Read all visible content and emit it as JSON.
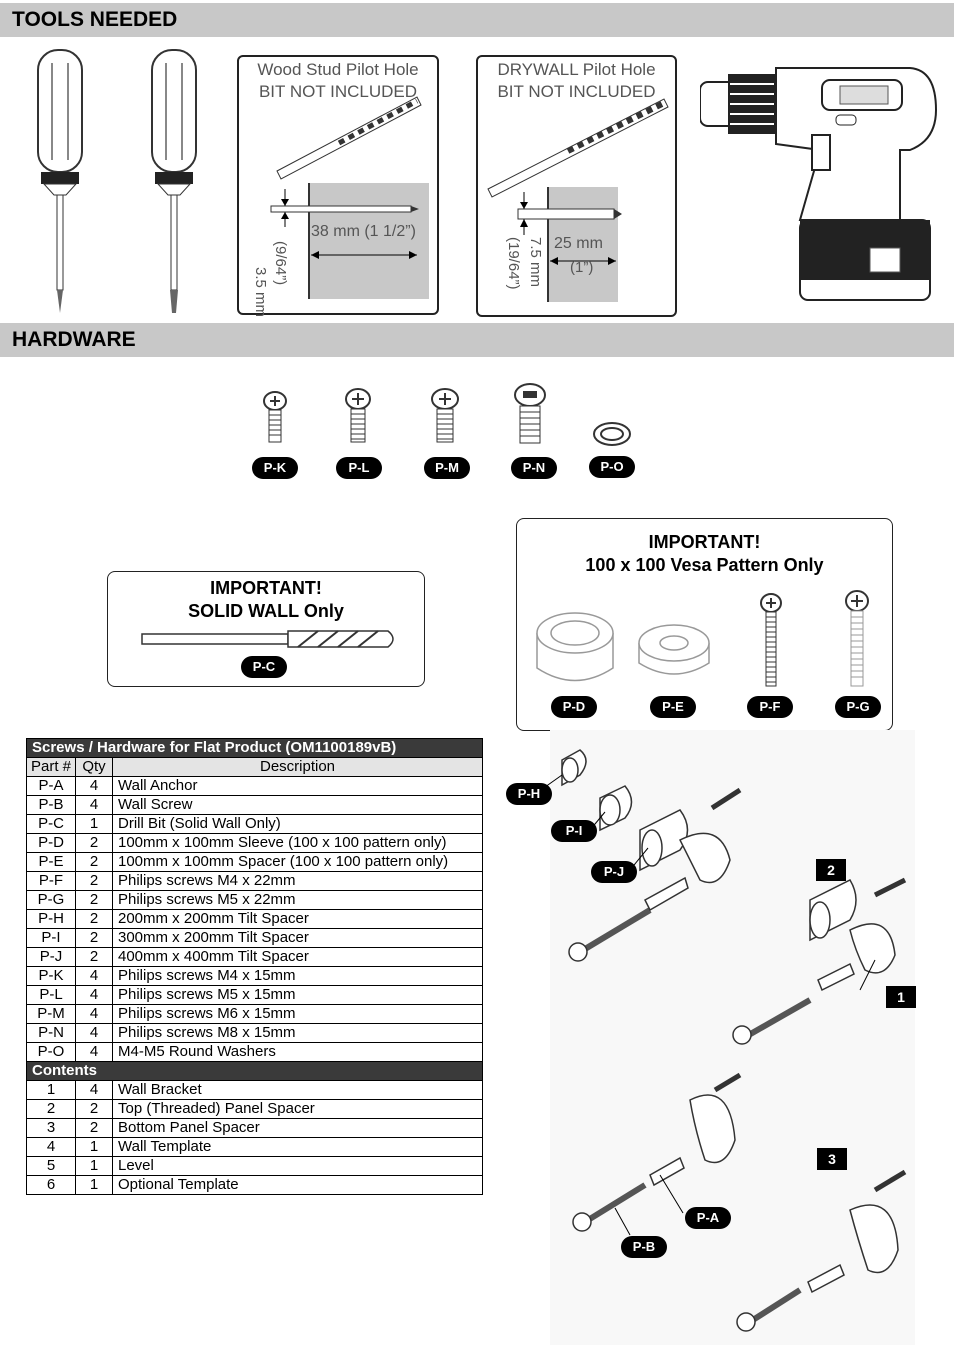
{
  "sections": {
    "tools_title": "TOOLS NEEDED",
    "hardware_title": "HARDWARE"
  },
  "tools": {
    "wood_bit": {
      "line1": "Wood Stud Pilot Hole",
      "line2": "BIT NOT INCLUDED",
      "diameter": "3.5 mm",
      "diameter_in": "(9/64”)",
      "depth": "38 mm (1 1/2”)"
    },
    "drywall_bit": {
      "line1": "DRYWALL Pilot Hole",
      "line2": "BIT NOT INCLUDED",
      "diameter": "7.5 mm",
      "diameter_in": "(19/64”)",
      "depth": "25 mm",
      "depth_in": "(1”)"
    }
  },
  "hardware_screws": [
    "P-K",
    "P-L",
    "P-M",
    "P-N",
    "P-O"
  ],
  "solid_wall": {
    "line1": "IMPORTANT!",
    "line2": "SOLID WALL Only",
    "part": "P-C"
  },
  "vesa": {
    "line1": "IMPORTANT!",
    "line2": "100 x 100 Vesa Pattern Only",
    "parts": [
      "P-D",
      "P-E",
      "P-F",
      "P-G"
    ]
  },
  "table": {
    "title": "Screws / Hardware for Flat Product (OM1100189vB)",
    "columns": [
      "Part #",
      "Qty",
      "Description"
    ],
    "rows": [
      [
        "P-A",
        "4",
        "Wall Anchor"
      ],
      [
        "P-B",
        "4",
        "Wall Screw"
      ],
      [
        "P-C",
        "1",
        "Drill Bit (Solid Wall Only)"
      ],
      [
        "P-D",
        "2",
        "100mm x 100mm Sleeve (100 x 100 pattern only)"
      ],
      [
        "P-E",
        "2",
        "100mm x 100mm Spacer (100 x 100 pattern only)"
      ],
      [
        "P-F",
        "2",
        "Philips screws M4 x 22mm"
      ],
      [
        "P-G",
        "2",
        "Philips screws M5 x 22mm"
      ],
      [
        "P-H",
        "2",
        "200mm x 200mm Tilt Spacer"
      ],
      [
        "P-I",
        "2",
        "300mm x 200mm Tilt Spacer"
      ],
      [
        "P-J",
        "2",
        "400mm x 400mm Tilt Spacer"
      ],
      [
        "P-K",
        "4",
        "Philips screws M4 x 15mm"
      ],
      [
        "P-L",
        "4",
        "Philips screws M5 x 15mm"
      ],
      [
        "P-M",
        "4",
        "Philips screws M6 x 15mm"
      ],
      [
        "P-N",
        "4",
        "Philips screws M8 x 15mm"
      ],
      [
        "P-O",
        "4",
        "M4-M5 Round Washers"
      ]
    ],
    "contents_title": "Contents",
    "contents": [
      [
        "1",
        "4",
        "Wall Bracket"
      ],
      [
        "2",
        "2",
        "Top (Threaded) Panel Spacer"
      ],
      [
        "3",
        "2",
        "Bottom Panel Spacer"
      ],
      [
        "4",
        "1",
        "Wall Template"
      ],
      [
        "5",
        "1",
        "Level"
      ],
      [
        "6",
        "1",
        "Optional Template"
      ]
    ]
  },
  "diagram": {
    "labels": [
      "P-H",
      "P-I",
      "P-J",
      "P-A",
      "P-B"
    ],
    "steps": [
      "2",
      "1",
      "3"
    ]
  }
}
